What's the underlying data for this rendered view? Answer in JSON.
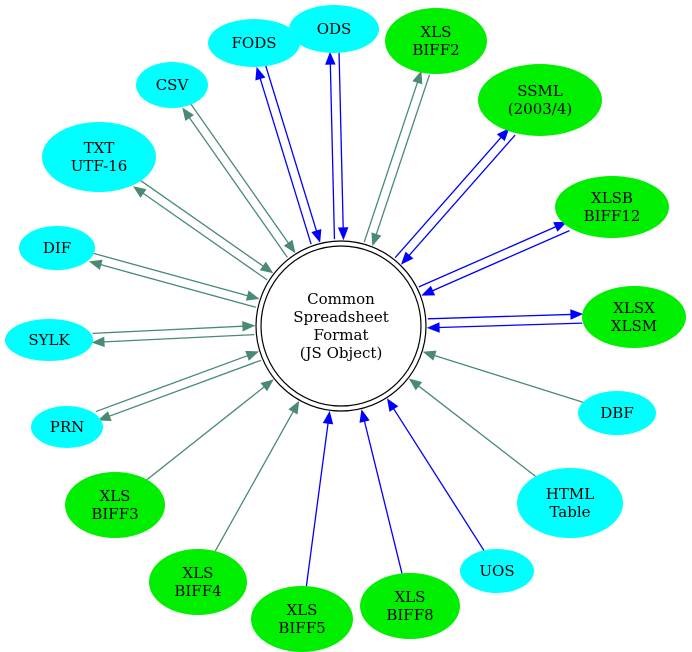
{
  "center": {
    "lines": [
      "Common",
      "Spreadsheet",
      "Format",
      "(JS Object)"
    ]
  },
  "colors": {
    "cyan_node": "#00ffff",
    "green_node": "#00ee00",
    "blue_edge": "#0000ff",
    "green_edge": "#4a8a70",
    "outline": "#000000"
  },
  "nodes": [
    {
      "id": "fods",
      "lines": [
        "FODS"
      ],
      "fill": "cyan",
      "edge": "blue"
    },
    {
      "id": "ods",
      "lines": [
        "ODS"
      ],
      "fill": "cyan",
      "edge": "blue"
    },
    {
      "id": "xls-biff2",
      "lines": [
        "XLS",
        "BIFF2"
      ],
      "fill": "green",
      "edge": "green"
    },
    {
      "id": "ssml",
      "lines": [
        "SSML",
        "(2003/4)"
      ],
      "fill": "green",
      "edge": "blue"
    },
    {
      "id": "xlsb",
      "lines": [
        "XLSB",
        "BIFF12"
      ],
      "fill": "green",
      "edge": "blue"
    },
    {
      "id": "xlsx",
      "lines": [
        "XLSX",
        "XLSM"
      ],
      "fill": "green",
      "edge": "blue"
    },
    {
      "id": "dbf",
      "lines": [
        "DBF"
      ],
      "fill": "cyan",
      "edge": "green"
    },
    {
      "id": "html-table",
      "lines": [
        "HTML",
        "Table"
      ],
      "fill": "cyan",
      "edge": "green"
    },
    {
      "id": "uos",
      "lines": [
        "UOS"
      ],
      "fill": "cyan",
      "edge": "blue"
    },
    {
      "id": "xls-biff8",
      "lines": [
        "XLS",
        "BIFF8"
      ],
      "fill": "green",
      "edge": "blue"
    },
    {
      "id": "xls-biff5",
      "lines": [
        "XLS",
        "BIFF5"
      ],
      "fill": "green",
      "edge": "blue"
    },
    {
      "id": "xls-biff4",
      "lines": [
        "XLS",
        "BIFF4"
      ],
      "fill": "green",
      "edge": "green"
    },
    {
      "id": "xls-biff3",
      "lines": [
        "XLS",
        "BIFF3"
      ],
      "fill": "green",
      "edge": "green"
    },
    {
      "id": "prn",
      "lines": [
        "PRN"
      ],
      "fill": "cyan",
      "edge": "green"
    },
    {
      "id": "sylk",
      "lines": [
        "SYLK"
      ],
      "fill": "cyan",
      "edge": "green"
    },
    {
      "id": "dif",
      "lines": [
        "DIF"
      ],
      "fill": "cyan",
      "edge": "green"
    },
    {
      "id": "txt-utf16",
      "lines": [
        "TXT",
        "UTF-16"
      ],
      "fill": "cyan",
      "edge": "green"
    },
    {
      "id": "csv",
      "lines": [
        "CSV"
      ],
      "fill": "cyan",
      "edge": "green"
    }
  ],
  "edges": [
    {
      "node": "fods",
      "read": true,
      "write": true
    },
    {
      "node": "ods",
      "read": true,
      "write": true
    },
    {
      "node": "xls-biff2",
      "read": true,
      "write": true
    },
    {
      "node": "ssml",
      "read": true,
      "write": true
    },
    {
      "node": "xlsb",
      "read": true,
      "write": true
    },
    {
      "node": "xlsx",
      "read": true,
      "write": true
    },
    {
      "node": "dbf",
      "read": true,
      "write": false
    },
    {
      "node": "html-table",
      "read": true,
      "write": false
    },
    {
      "node": "uos",
      "read": true,
      "write": false
    },
    {
      "node": "xls-biff8",
      "read": true,
      "write": false
    },
    {
      "node": "xls-biff5",
      "read": true,
      "write": false
    },
    {
      "node": "xls-biff4",
      "read": true,
      "write": false
    },
    {
      "node": "xls-biff3",
      "read": true,
      "write": false
    },
    {
      "node": "prn",
      "read": true,
      "write": true
    },
    {
      "node": "sylk",
      "read": true,
      "write": true
    },
    {
      "node": "dif",
      "read": true,
      "write": true
    },
    {
      "node": "txt-utf16",
      "read": true,
      "write": true
    },
    {
      "node": "csv",
      "read": true,
      "write": true
    }
  ]
}
